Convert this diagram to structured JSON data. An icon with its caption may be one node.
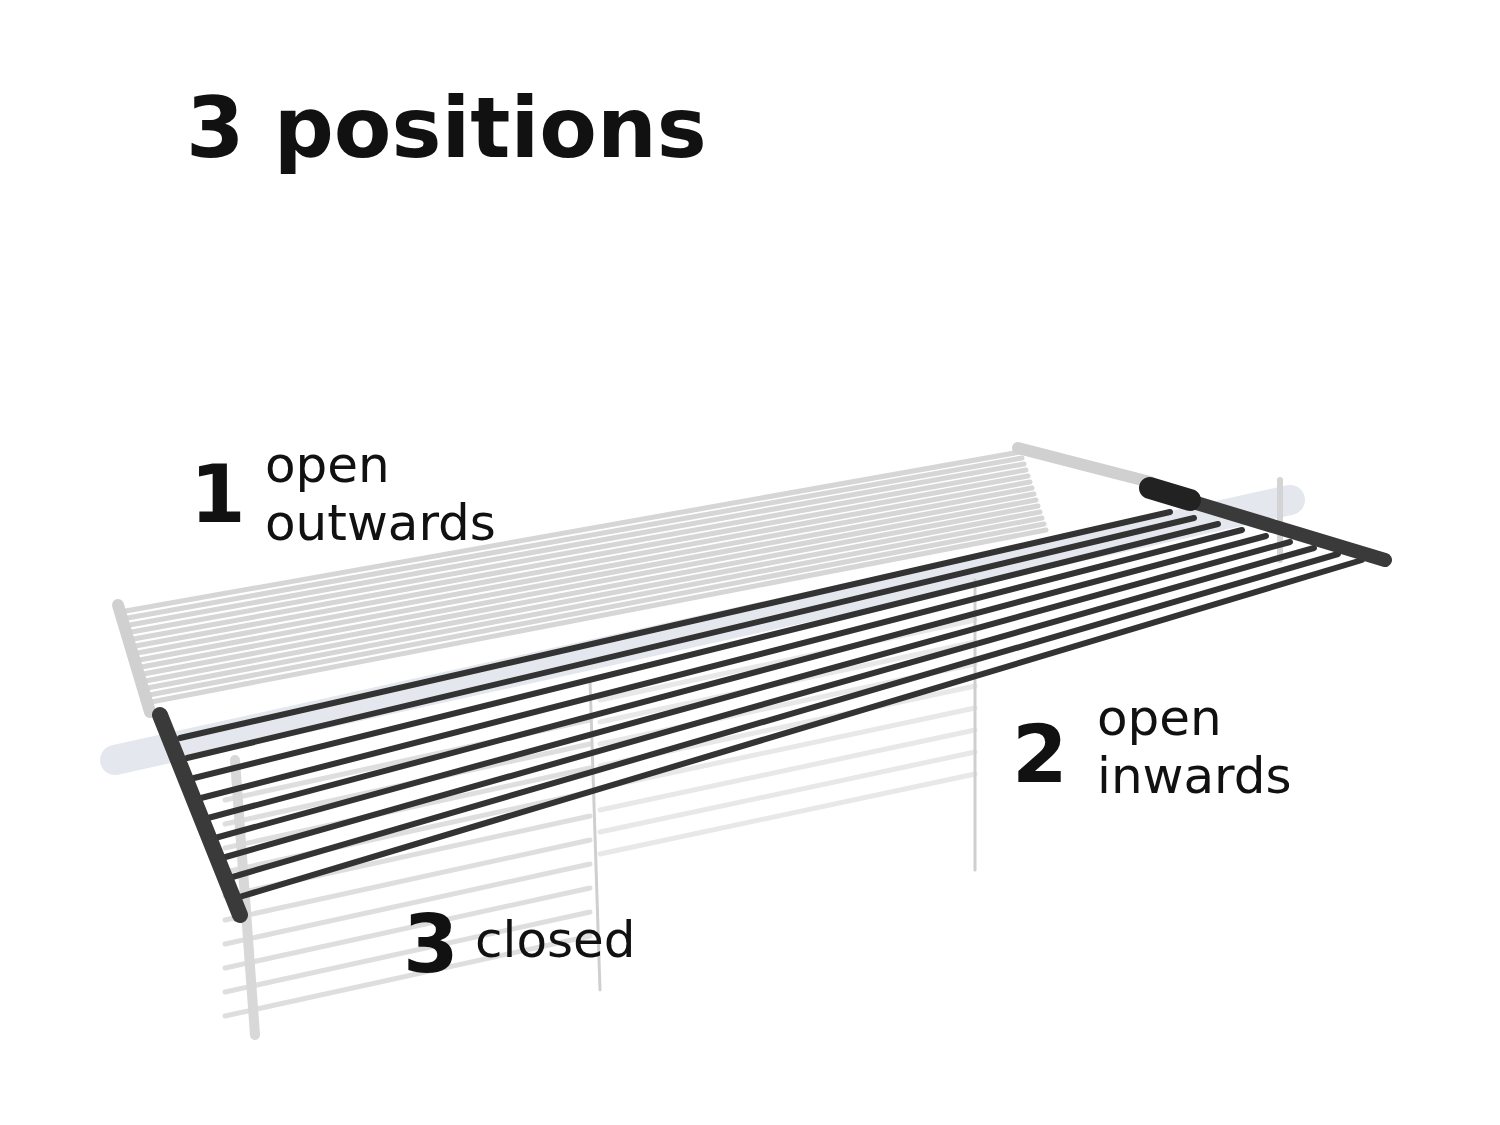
{
  "diagram": {
    "title": "3 positions",
    "labels": [
      "1",
      "open outwards",
      "2",
      "open inwards",
      "3",
      "closed"
    ]
  }
}
